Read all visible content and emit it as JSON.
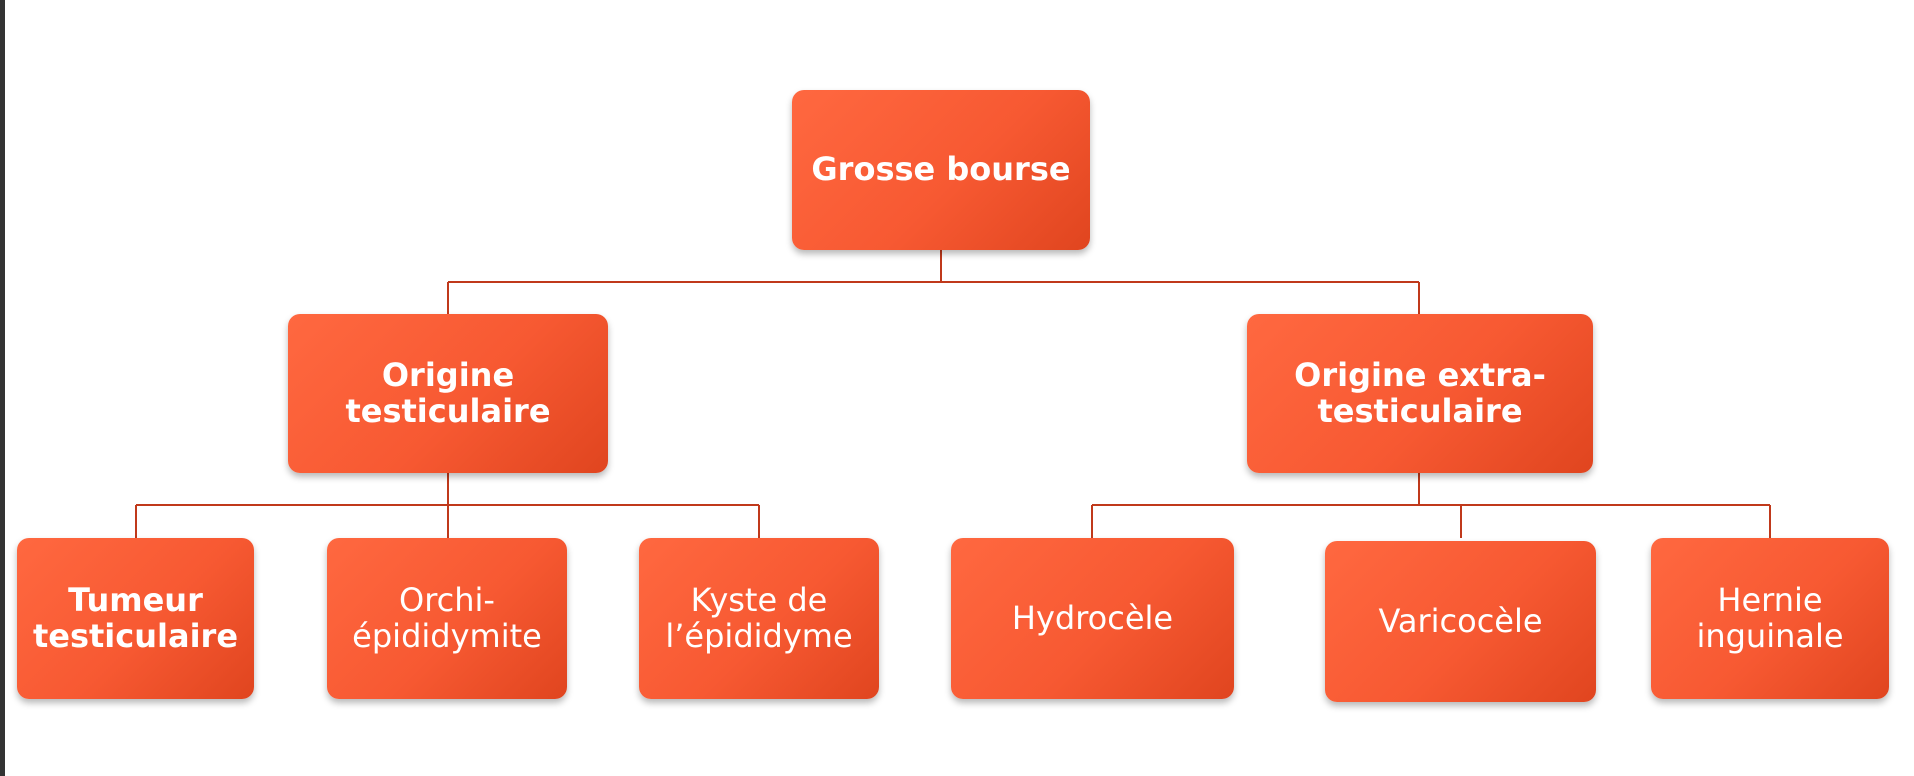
{
  "diagram": {
    "root": {
      "label": "Grosse bourse"
    },
    "branches": [
      {
        "label": "Origine testiculaire",
        "children": [
          {
            "label": "Tumeur testiculaire"
          },
          {
            "label": "Orchi-épididymite"
          },
          {
            "label": "Kyste de l’épididyme"
          }
        ]
      },
      {
        "label": "Origine extra-testiculaire",
        "children": [
          {
            "label": "Hydrocèle"
          },
          {
            "label": "Varicocèle"
          },
          {
            "label": "Hernie inguinale"
          }
        ]
      }
    ]
  },
  "lines": {
    "root": [
      "Grosse bourse"
    ],
    "b0": [
      "Origine testiculaire"
    ],
    "b1": [
      "Origine extra-",
      "testiculaire"
    ],
    "l0": [
      "Tumeur",
      "testiculaire"
    ],
    "l1": [
      "Orchi-",
      "épididymite"
    ],
    "l2": [
      "Kyste de",
      "l’épididyme"
    ],
    "l3": [
      "Hydrocèle"
    ],
    "l4": [
      "Varicocèle"
    ],
    "l5": [
      "Hernie",
      "inguinale"
    ]
  },
  "colors": {
    "node_fill": "#f75932",
    "connector": "#c0391b",
    "text": "#ffffff"
  }
}
